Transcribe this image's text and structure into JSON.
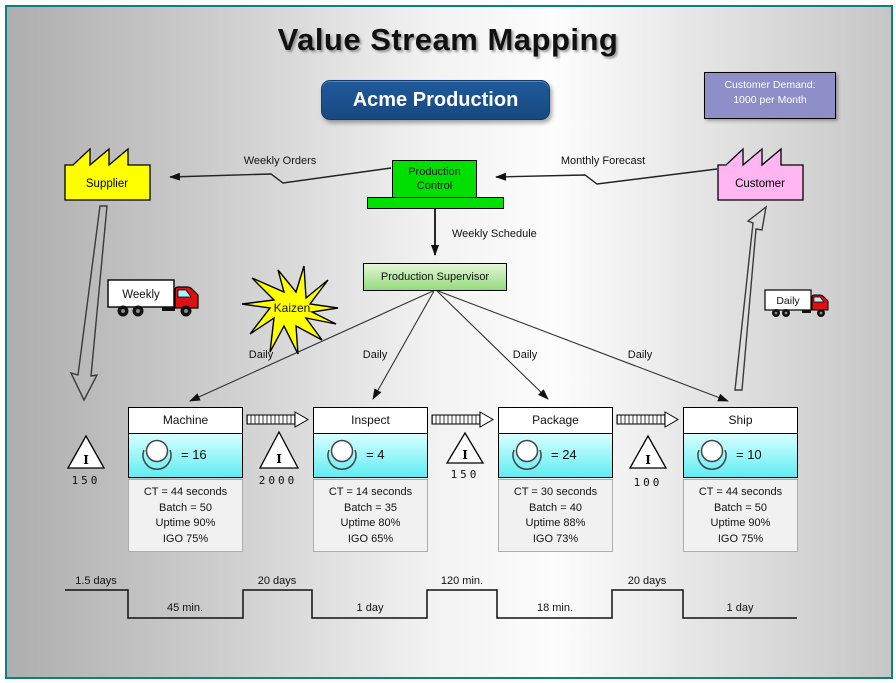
{
  "title": "Value Stream Mapping",
  "banner": "Acme Production",
  "customer_demand": {
    "line1": "Customer Demand:",
    "line2": "1000 per Month"
  },
  "supplier": {
    "label": "Supplier"
  },
  "customer": {
    "label": "Customer"
  },
  "production_control": {
    "line1": "Production",
    "line2": "Control"
  },
  "production_supervisor": {
    "label": "Production Supervisor"
  },
  "kaizen": {
    "label": "Kaizen"
  },
  "trucks": {
    "left": "Weekly",
    "right": "Daily"
  },
  "flows": {
    "weekly_orders": "Weekly Orders",
    "monthly_forecast": "Monthly Forecast",
    "weekly_schedule": "Weekly Schedule",
    "daily": [
      "Daily",
      "Daily",
      "Daily",
      "Daily"
    ]
  },
  "processes": [
    {
      "name": "Machine",
      "operators": "= 16",
      "details": [
        "CT = 44 seconds",
        "Batch = 50",
        "Uptime 90%",
        "IGO 75%"
      ]
    },
    {
      "name": "Inspect",
      "operators": "= 4",
      "details": [
        "CT = 14 seconds",
        "Batch = 35",
        "Uptime 80%",
        "IGO 65%"
      ]
    },
    {
      "name": "Package",
      "operators": "= 24",
      "details": [
        "CT = 30 seconds",
        "Batch = 40",
        "Uptime 88%",
        "IGO 73%"
      ]
    },
    {
      "name": "Ship",
      "operators": "= 10",
      "details": [
        "CT = 44 seconds",
        "Batch = 50",
        "Uptime 90%",
        "IGO 75%"
      ]
    }
  ],
  "inventory": [
    {
      "symbol": "I",
      "qty": "150"
    },
    {
      "symbol": "I",
      "qty": "2000"
    },
    {
      "symbol": "I",
      "qty": "150"
    },
    {
      "symbol": "I",
      "qty": "100"
    }
  ],
  "timeline": {
    "high": [
      "1.5 days",
      "20 days",
      "120 min.",
      "20 days"
    ],
    "low": [
      "45 min.",
      "1 day",
      "18 min.",
      "1 day"
    ]
  },
  "colors": {
    "panel_border": "#0a8080",
    "banner_blue": "#1a5191",
    "demand_purple": "#8e8ec9",
    "supplier_yellow": "#ffff00",
    "customer_pink": "#ffb5f1",
    "control_green": "#00e000",
    "supervisor_green": "#94da7c",
    "process_cyan": "#5fedf3",
    "kaizen_yellow": "#ffff00",
    "truck_red": "#dd1111"
  }
}
